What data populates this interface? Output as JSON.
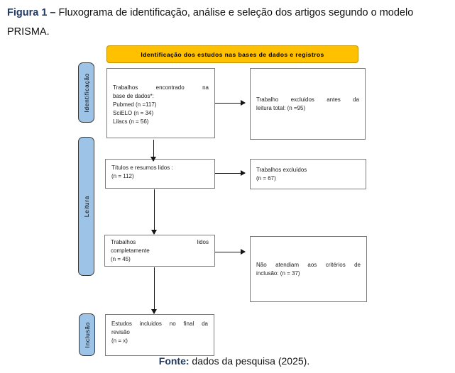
{
  "title": {
    "prefix": "Figura 1 –",
    "text": " Fluxograma de identificação, análise e seleção dos artigos segundo o modelo",
    "line2": "PRISMA."
  },
  "banner": {
    "label": "Identificação dos estudos nas bases de dados e registros"
  },
  "stages": [
    {
      "label": "Identificação"
    },
    {
      "label": "Leitura"
    },
    {
      "label": "Inclusão"
    }
  ],
  "boxes": {
    "found": {
      "lines": [
        "Trabalhos encontrado na",
        "base de dados*:",
        "Pubmed (n =117)",
        "SciELO (n = 34)",
        "Lilacs (n = 56)"
      ]
    },
    "excluded_before": {
      "lines": [
        "Trabalho excluidos antes da",
        "leitura total: (n =95)"
      ]
    },
    "titles_read": {
      "lines": [
        "Títulos e resumos lidos :",
        "(n = 112)"
      ]
    },
    "excluded": {
      "lines": [
        "Trabalhos excluídos",
        "(n = 67)"
      ]
    },
    "full_read": {
      "lines": [
        "Trabalhos lidos",
        "completamente",
        "(n = 45)"
      ]
    },
    "not_criteria": {
      "lines": [
        "Não atendiam aos critérios de",
        "inclusão: (n = 37)"
      ]
    },
    "included": {
      "lines": [
        "Estudos incluidos no final da",
        "revisão",
        "(n = x)"
      ]
    }
  },
  "footer": {
    "prefix": "Fonte:",
    "text": " dados da pesquisa (2025)."
  },
  "colors": {
    "accent_navy": "#1F3864",
    "banner_bg": "#FFC000",
    "banner_border": "#BF9000",
    "stage_bg": "#9DC3E6",
    "box_border": "#7D7D7D"
  }
}
